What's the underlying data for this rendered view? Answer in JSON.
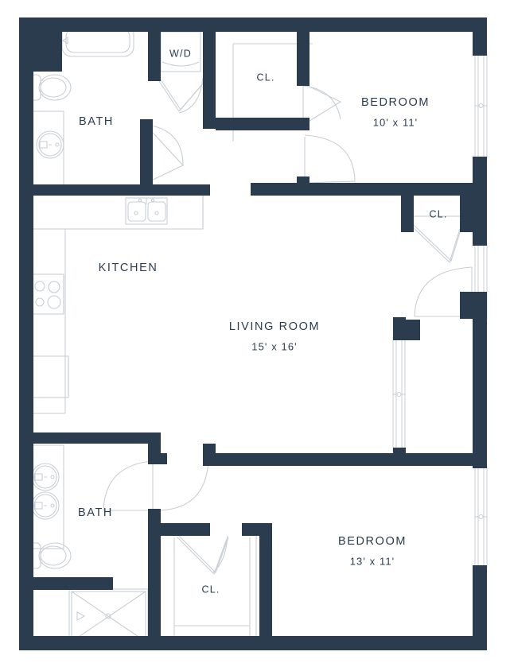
{
  "plan": {
    "title": "Two Bedroom Apartment Floor Plan",
    "wall_color": "#2b3c4f",
    "fixture_color": "#c8ced4",
    "background_color": "#ffffff",
    "window_color": "#e8ebee"
  },
  "rooms": [
    {
      "id": "bath_top",
      "name": "BATH",
      "dims": ""
    },
    {
      "id": "wd_closet",
      "name": "W/D",
      "dims": ""
    },
    {
      "id": "closet_top",
      "name": "CL.",
      "dims": ""
    },
    {
      "id": "bedroom_top",
      "name": "BEDROOM",
      "dims": "10' x 11'"
    },
    {
      "id": "closet_mid",
      "name": "CL.",
      "dims": ""
    },
    {
      "id": "kitchen",
      "name": "KITCHEN",
      "dims": ""
    },
    {
      "id": "living_room",
      "name": "LIVING ROOM",
      "dims": "15' x 16'"
    },
    {
      "id": "bath_bottom",
      "name": "BATH",
      "dims": ""
    },
    {
      "id": "closet_bottom",
      "name": "CL.",
      "dims": ""
    },
    {
      "id": "bedroom_bottom",
      "name": "BEDROOM",
      "dims": "13' x 11'"
    }
  ],
  "labels": {
    "bath_top": "BATH",
    "wd": "W/D",
    "cl_top": "CL.",
    "bedroom_top_name": "BEDROOM",
    "bedroom_top_dims": "10' x 11'",
    "cl_mid": "CL.",
    "kitchen": "KITCHEN",
    "living_name": "LIVING ROOM",
    "living_dims": "15' x 16'",
    "bath_bottom": "BATH",
    "cl_bottom": "CL.",
    "bedroom_bottom_name": "BEDROOM",
    "bedroom_bottom_dims": "13' x 11'"
  },
  "fixtures": [
    {
      "name": "bathtub",
      "room": "bath_top"
    },
    {
      "name": "toilet",
      "room": "bath_top"
    },
    {
      "name": "sink-vanity",
      "room": "bath_top"
    },
    {
      "name": "washer-dryer",
      "room": "wd_closet"
    },
    {
      "name": "closet-shelf",
      "room": "closet_top"
    },
    {
      "name": "kitchen-double-sink",
      "room": "kitchen"
    },
    {
      "name": "kitchen-range",
      "room": "kitchen"
    },
    {
      "name": "refrigerator",
      "room": "kitchen"
    },
    {
      "name": "kitchen-counter",
      "room": "kitchen"
    },
    {
      "name": "double-sink-vanity",
      "room": "bath_bottom"
    },
    {
      "name": "toilet",
      "room": "bath_bottom"
    },
    {
      "name": "shower",
      "room": "bath_bottom"
    },
    {
      "name": "closet-shelf",
      "room": "closet_bottom"
    },
    {
      "name": "closet-shelf",
      "room": "closet_mid"
    }
  ],
  "openings": [
    {
      "name": "door-bath-top",
      "type": "swing-door"
    },
    {
      "name": "door-wd-closet",
      "type": "bifold-door"
    },
    {
      "name": "door-bedroom-top",
      "type": "swing-door"
    },
    {
      "name": "door-closet-top",
      "type": "swing-door"
    },
    {
      "name": "door-closet-mid",
      "type": "bifold-door"
    },
    {
      "name": "door-bedroom-bottom",
      "type": "swing-door"
    },
    {
      "name": "door-bath-bottom",
      "type": "swing-door"
    },
    {
      "name": "door-closet-bottom",
      "type": "bifold-door"
    },
    {
      "name": "window-bedroom-top",
      "type": "window"
    },
    {
      "name": "window-living-upper",
      "type": "window"
    },
    {
      "name": "window-living-lower",
      "type": "window"
    },
    {
      "name": "window-bedroom-bottom",
      "type": "window"
    }
  ]
}
